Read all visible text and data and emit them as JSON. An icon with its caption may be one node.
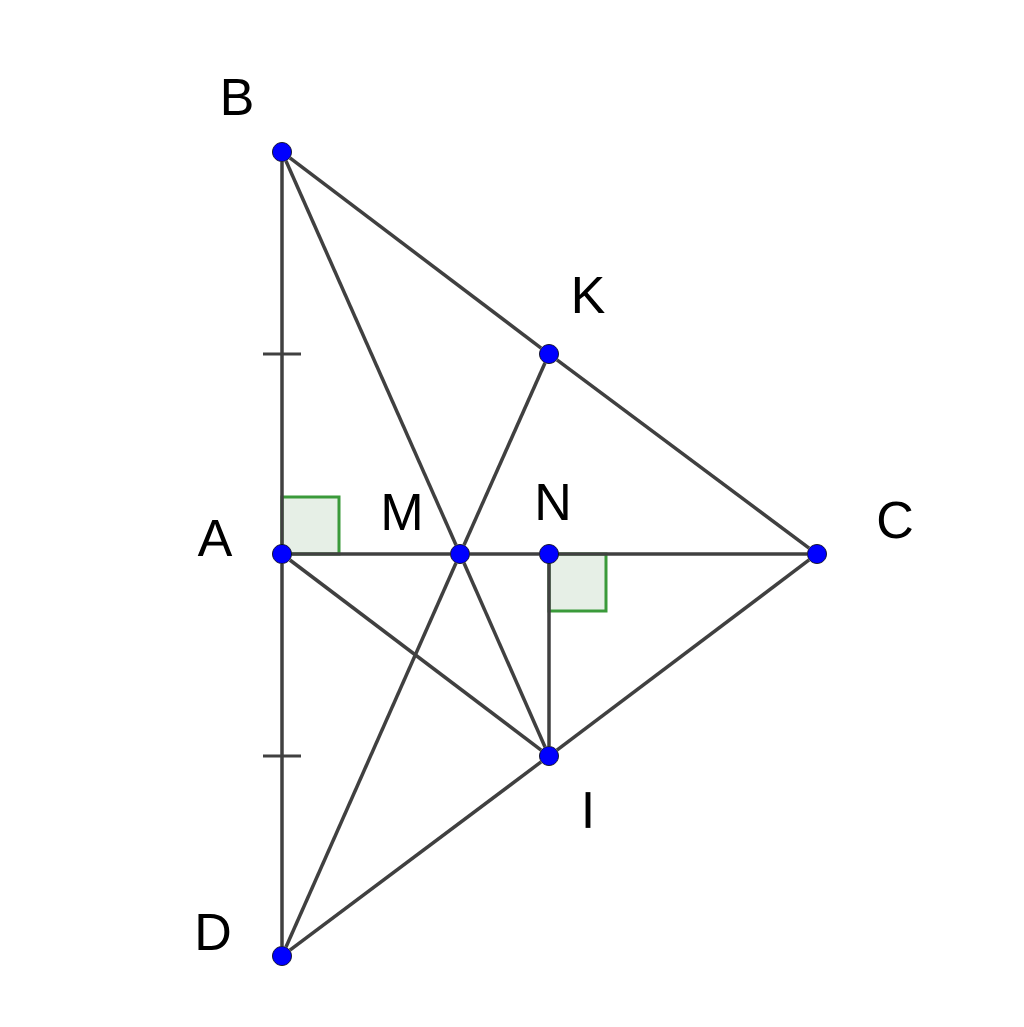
{
  "diagram": {
    "nodes": [
      {
        "text": [],
        "shape": "circle",
        "beside": [
          "B"
        ]
      },
      {
        "text": [],
        "shape": "circle",
        "beside": [
          "K"
        ]
      },
      {
        "text": [],
        "shape": "circle",
        "beside": [
          "A"
        ]
      },
      {
        "text": [],
        "shape": "circle",
        "beside": [
          "M"
        ]
      },
      {
        "text": [],
        "shape": "circle",
        "beside": [
          "N"
        ]
      },
      {
        "text": [],
        "shape": "circle",
        "beside": [
          "C"
        ]
      },
      {
        "text": [],
        "shape": "circle",
        "beside": [
          "I"
        ]
      },
      {
        "text": [],
        "shape": "circle",
        "beside": [
          "D"
        ]
      }
    ],
    "edges": [
      {
        "from": 0,
        "to": 2,
        "arrow": "none"
      },
      {
        "from": 2,
        "to": 7,
        "arrow": "none"
      },
      {
        "from": 0,
        "to": 1,
        "arrow": "none"
      },
      {
        "from": 1,
        "to": 5,
        "arrow": "none"
      },
      {
        "from": 0,
        "to": 3,
        "arrow": "none"
      },
      {
        "from": 3,
        "to": 6,
        "arrow": "none"
      },
      {
        "from": 1,
        "to": 3,
        "arrow": "none"
      },
      {
        "from": 3,
        "to": 7,
        "arrow": "none"
      },
      {
        "from": 2,
        "to": 3,
        "arrow": "none"
      },
      {
        "from": 3,
        "to": 4,
        "arrow": "none"
      },
      {
        "from": 4,
        "to": 5,
        "arrow": "none"
      },
      {
        "from": 2,
        "to": 6,
        "arrow": "none"
      },
      {
        "from": 4,
        "to": 6,
        "arrow": "none"
      },
      {
        "from": 5,
        "to": 6,
        "arrow": "none"
      },
      {
        "from": 6,
        "to": 7,
        "arrow": "none"
      }
    ]
  }
}
